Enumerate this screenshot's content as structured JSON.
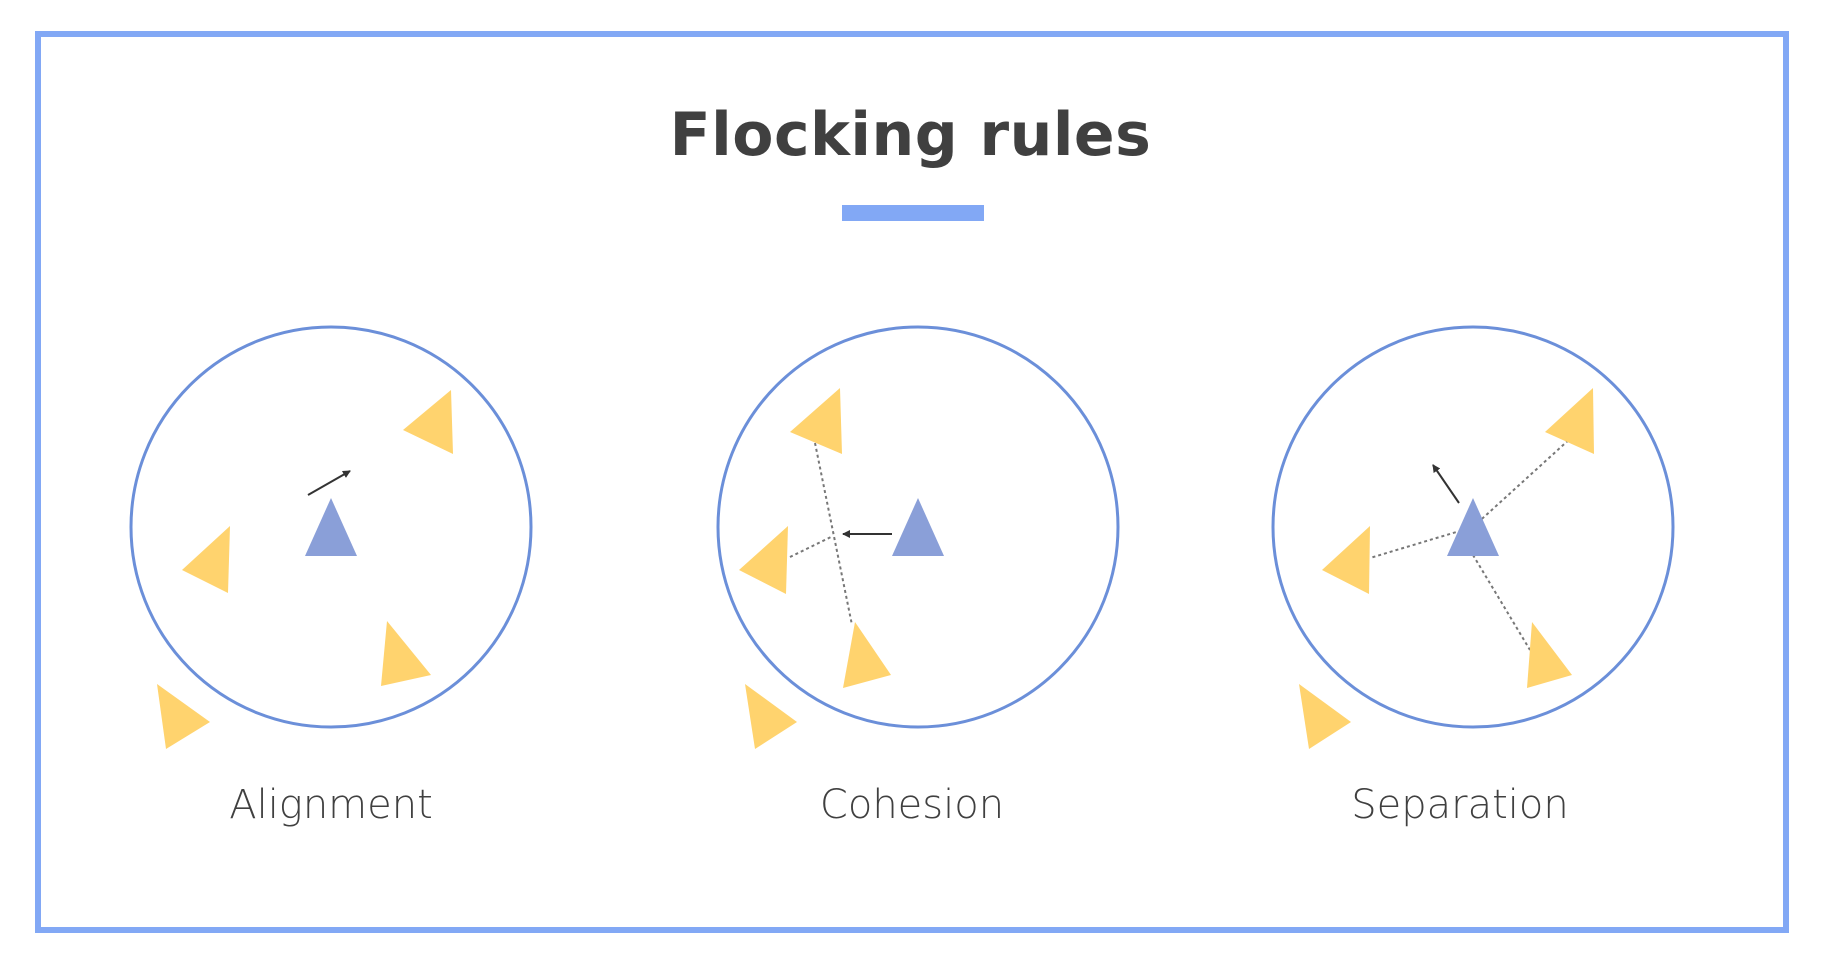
{
  "title": "Flocking rules",
  "colors": {
    "frame": "#82a8f5",
    "circle": "#6b8fd9",
    "focal_boid": "#8a9fd8",
    "neighbor_boid": "#ffd36e",
    "arrow": "#333333",
    "title_text": "#404040"
  },
  "panels": [
    {
      "id": "alignment",
      "label": "Alignment"
    },
    {
      "id": "cohesion",
      "label": "Cohesion"
    },
    {
      "id": "separation",
      "label": "Separation"
    }
  ]
}
